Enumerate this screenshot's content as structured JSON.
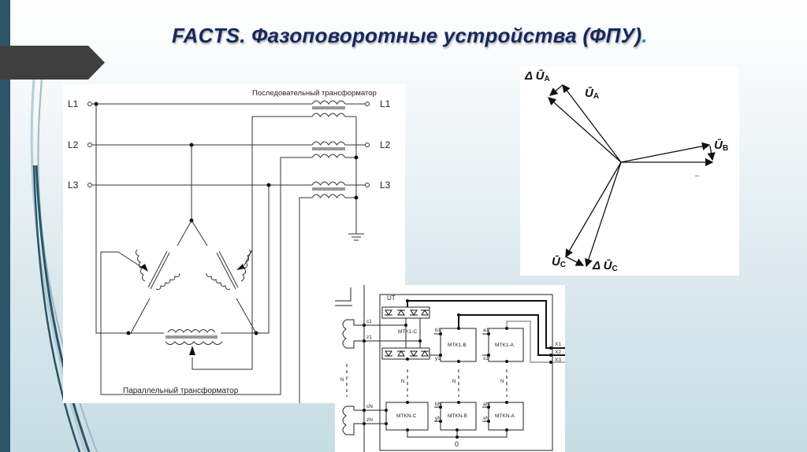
{
  "slide": {
    "title": "FACTS. Фазоповоротные устройства (ФПУ)",
    "title_dot": ".",
    "colors": {
      "title": "#17285e",
      "accent_bar": "#2c5568",
      "arrow_tab": "#3f3f3f"
    }
  },
  "circuit": {
    "series_transformer_label": "Последовательный трансформатор",
    "parallel_transformer_label": "Параллельный трансформатор",
    "inputs": [
      "L1",
      "L2",
      "L3"
    ],
    "outputs": [
      "L1",
      "L2",
      "L3"
    ]
  },
  "phasor": {
    "labels": {
      "delta_ua": "Δ Ū",
      "delta_ua_sub": "A",
      "ua": "Ū",
      "ua_sub": "A",
      "ub": "Ū",
      "ub_sub": "B",
      "uc": "Ū",
      "uc_sub": "C",
      "delta_uc": "Δ Ū",
      "delta_uc_sub": "C",
      "dash": "–"
    }
  },
  "thyristor": {
    "ut": "UT",
    "zero": "0",
    "modules_row1": [
      "MTK1-C",
      "MTK1-B",
      "MTK1-A"
    ],
    "modules_rowN": [
      "MTKN-C",
      "MTKN-B",
      "MTKN-A"
    ],
    "terminals": {
      "c1": "c1",
      "z1": "z1",
      "cN": "cN",
      "zN": "zN",
      "b1": "b1",
      "y1": "y1",
      "a1": "a1",
      "x1": "x1",
      "bN": "bN",
      "yN": "yN",
      "aN": "aN",
      "xN": "xN"
    },
    "outputs": [
      "X1",
      "X2",
      "X3"
    ],
    "n_label": "N"
  }
}
